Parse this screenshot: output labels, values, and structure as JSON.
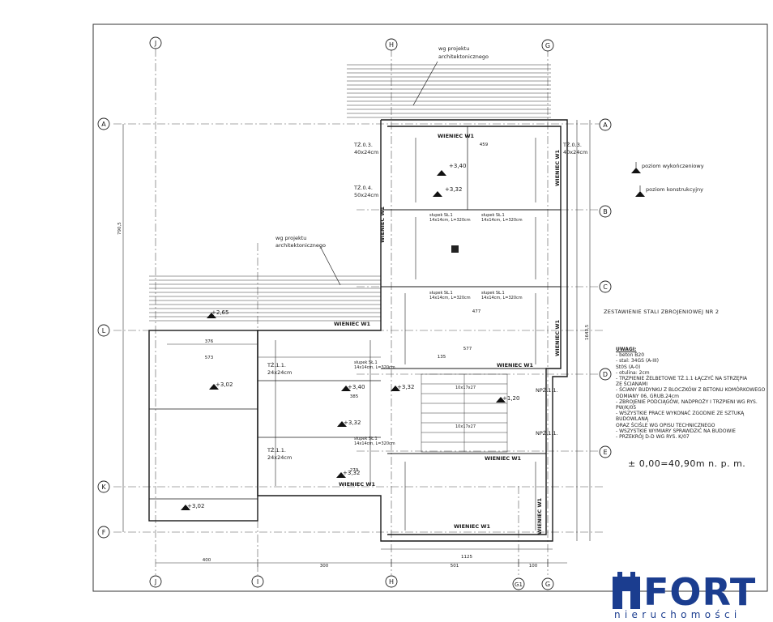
{
  "grid_axes": {
    "columns_top": [
      "J",
      "H",
      "G"
    ],
    "columns_bottom": [
      "J",
      "I",
      "H",
      "G1",
      "G"
    ],
    "rows_left": [
      "A",
      "L",
      "K",
      "F"
    ],
    "rows_right": [
      "A",
      "B",
      "C",
      "D",
      "E"
    ]
  },
  "callouts": {
    "arch_top": [
      "wg projektu",
      "architektonicznego"
    ],
    "arch_left": [
      "wg projektu",
      "architektonicznego"
    ]
  },
  "legend": {
    "finished": "poziom wykończeniowy",
    "structural": "poziom konstrukcyjny"
  },
  "beams": {
    "w1": "WIENIEC W1",
    "tz03": "TŻ.0.3.",
    "tz03_size": "40x24cm",
    "tz04": "TŻ.0.4.",
    "tz04_size": "50x24cm",
    "tz11": "TŻ.1.1.",
    "tz11_size": "24x24cm",
    "npz11": "NPŻ.1.1."
  },
  "levels": {
    "l340": "+3,40",
    "l332": "+3,32",
    "l265": "+2,65",
    "l302": "+3,02",
    "l120": "+1,20"
  },
  "slab_labels": {
    "slupek": "słupek SŁ.1",
    "slupek_size": "14x14cm, L=320cm",
    "stairs": "10x17x27"
  },
  "dimensions": {
    "bottom": [
      "400",
      "300",
      "501",
      "100"
    ],
    "bottom_total": "1125",
    "left_total": "790,5",
    "right_total": "1643,5",
    "row": [
      "376",
      "573",
      "385",
      "577",
      "459",
      "477",
      "135",
      "279"
    ]
  },
  "sheet": {
    "steel_title": "ZESTAWIENIE STALI ZBROJENIOWEJ NR 2",
    "notes_header": "UWAGI:",
    "notes": [
      "- beton B20",
      "- stal: 34GS (A-III)",
      "          St0S (A-0)",
      "- otulina: 2cm",
      "- TRZPIENIE ŻELBETOWE TŻ.1.1 ŁĄCZYĆ NA STRZĘPIA",
      "   ZE ŚCIANAMI",
      "- ŚCIANY BUDYNKU Z BLOCZKÓW Z BETONU KOMÓRKOWEGO",
      "   ODMIANY 06, GRUB.24cm",
      "- ZBROJENIE PODCIĄGÓW, NADPROŻY I TRZPIENI WG RYS. PW/K/05",
      "- WSZYSTKIE PRACE WYKONAĆ ZGODNIE ZE SZTUKĄ BUDOWLANĄ",
      "   ORAZ ŚCIŚLE WG OPISU TECHNICZNEGO",
      "- WSZYSTKIE WYMIARY SPRAWDZIĆ NA BUDOWIE",
      "- PRZEKRÓJ D-D WG RYS. K/07"
    ],
    "datum": "± 0,00=40,90m n. p. m."
  },
  "logo": {
    "word": "FORT",
    "sub": "nieruchomości",
    "color": "#1b3d8f"
  }
}
